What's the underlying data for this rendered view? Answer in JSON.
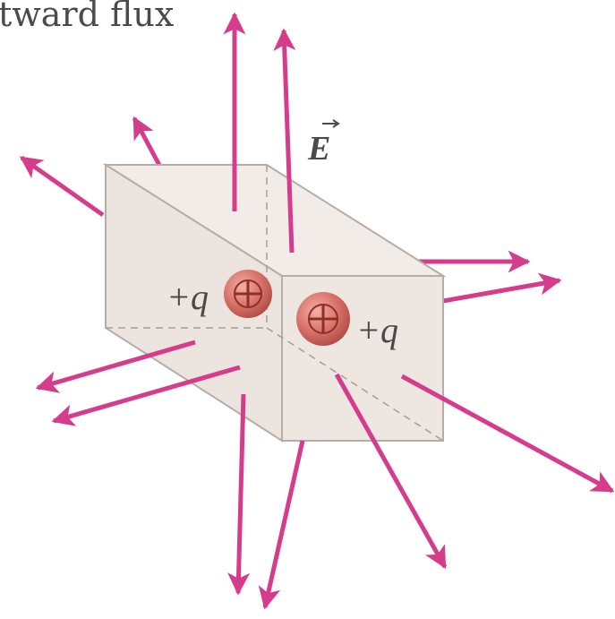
{
  "caption": "tward flux",
  "field_label": "E",
  "charges": [
    {
      "sign": "+",
      "label": "+q"
    },
    {
      "sign": "+",
      "label": "+q"
    }
  ],
  "colors": {
    "arrow": "#d63c8c",
    "box_front": "#ece4df",
    "box_top": "#f2ece8",
    "box_edge": "#b8aca6",
    "charge_fill": "#d9746a",
    "charge_dark": "#b04a44",
    "text": "#4a4a4a"
  }
}
